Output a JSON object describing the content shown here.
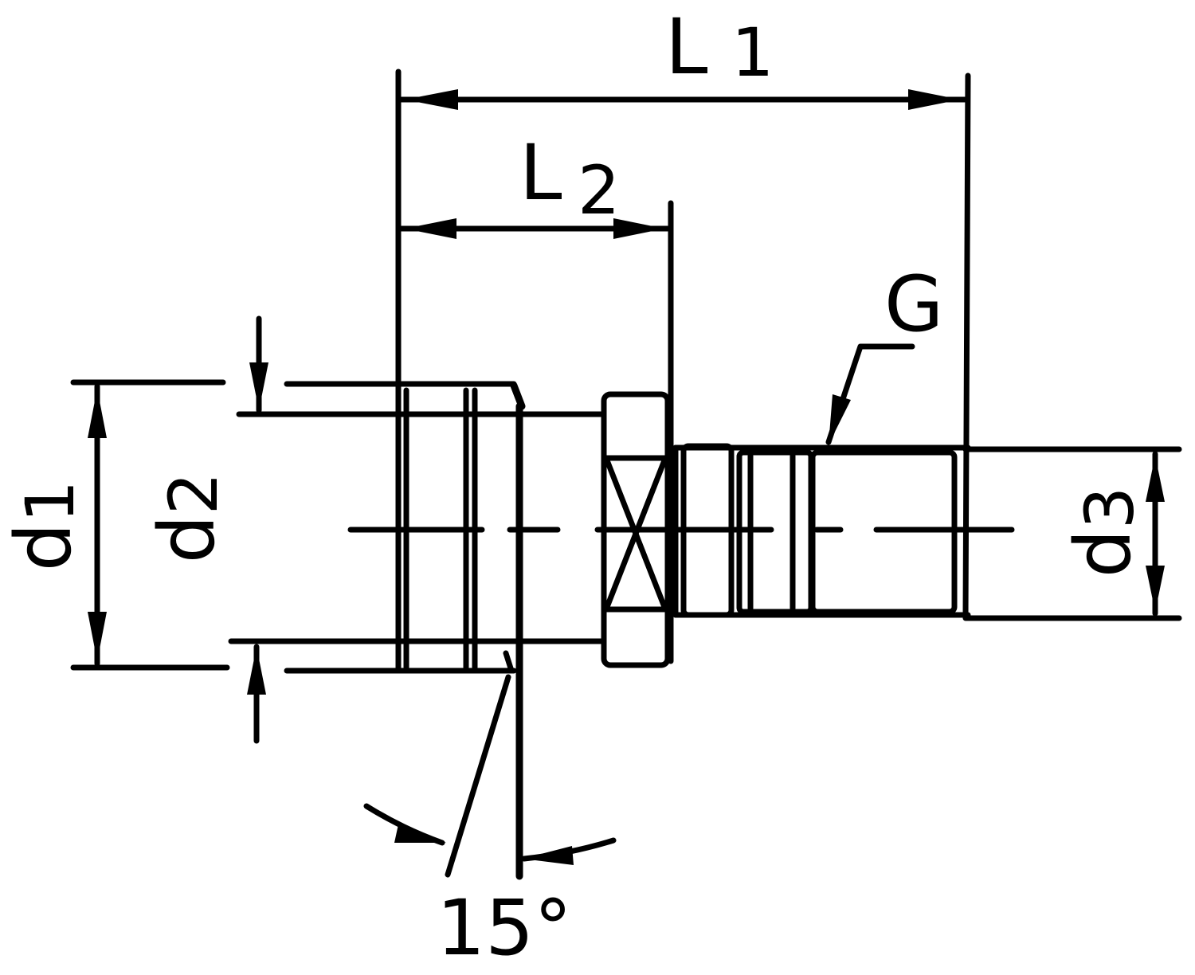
{
  "labels": {
    "l1_main": "L",
    "l1_sub": "1",
    "l2_main": "L",
    "l2_sub": "2",
    "g": "G",
    "d1_main": "d",
    "d1_sub": "1",
    "d2_main": "d",
    "d2_sub": "2",
    "d3_main": "d",
    "d3_sub": "3",
    "angle": "15°"
  },
  "colors": {
    "ink": "#000000",
    "background": "#ffffff"
  }
}
